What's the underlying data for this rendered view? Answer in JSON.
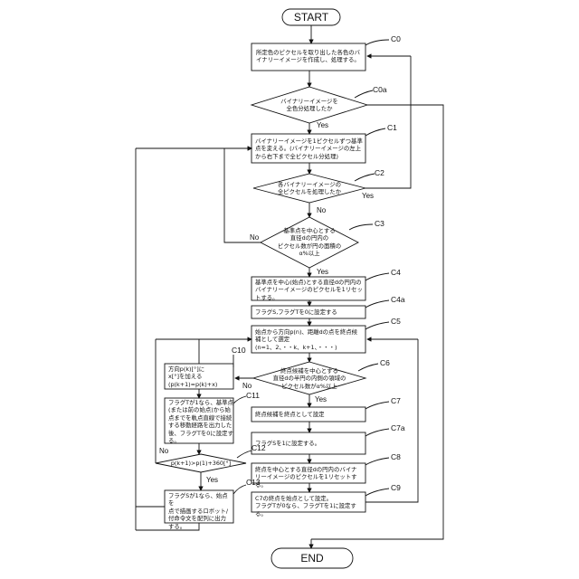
{
  "start": "START",
  "end": "END",
  "yes": "Yes",
  "no": "No",
  "steps": {
    "c0": {
      "label": "C0",
      "text": "所定色のピクセルを取り出した各色のバ\nイナリーイメージを作成し、処理する。"
    },
    "c0a": {
      "label": "C0a",
      "text": "バイナリーイメージを\n全色分処理したか"
    },
    "c1": {
      "label": "C1",
      "text": "バイナリーイメージを1ピクセルずつ基準\n点を変える。(バイナリーイメージの左上\nから右下まで全ピクセル分処理)"
    },
    "c2": {
      "label": "C2",
      "text": "各バイナリーイメージの\n全ピクセルを処理したか"
    },
    "c3": {
      "label": "C3",
      "text": "基準点を中心とする\n直径dの円内の\nピクセル数が円の面積の\nα%以上"
    },
    "c4": {
      "label": "C4",
      "text": "基準点を中心(始点)とする直径dの円内の\nバイナリーイメージのピクセルを1リセッ\nトする。"
    },
    "c4a": {
      "label": "C4a",
      "text": "フラグS,フラグTを0に設定する"
    },
    "c5": {
      "label": "C5",
      "text": "始点から方向p(n)、距離dの点を終点候\n補として選定\n(n=1、2、・・k、k+1、・・・)"
    },
    "c6": {
      "label": "C6",
      "text": "終点候補を中心とする\n直径dの半円の内側の領域の\nピクセル数がα%以上"
    },
    "c7": {
      "label": "C7",
      "text": "終点候補を終点として設定"
    },
    "c7a": {
      "label": "C7a",
      "text": "フラグSを1に設定する。"
    },
    "c8": {
      "label": "C8",
      "text": "終点を中心とする直径dの円内のバイナ\nリーイメージのピクセルを1リセットする。"
    },
    "c9": {
      "label": "C9",
      "text": "C7の終点を始点として設定。\nフラグTが0なら、フラグTを1に設定する。"
    },
    "c10": {
      "label": "C10",
      "text": "方向p(k)[°]に\nx[°]を加える\n(p(k+1)=p(k)+x)"
    },
    "c11": {
      "label": "C11",
      "text": "フラグTが1なら、基準点\n(または前の始点)から始\n点までを軌点直線で接続\nする移動経路を出力した\n後、フラグTを0に設定す\nる。"
    },
    "c12": {
      "label": "C12",
      "text": "p(k+1)>p(1)+360[°]"
    },
    "c13": {
      "label": "C13",
      "text": "フラグSが1なら、始点を\n点で描画するロボット/\n付命令文を配列に出力\nする。"
    }
  }
}
